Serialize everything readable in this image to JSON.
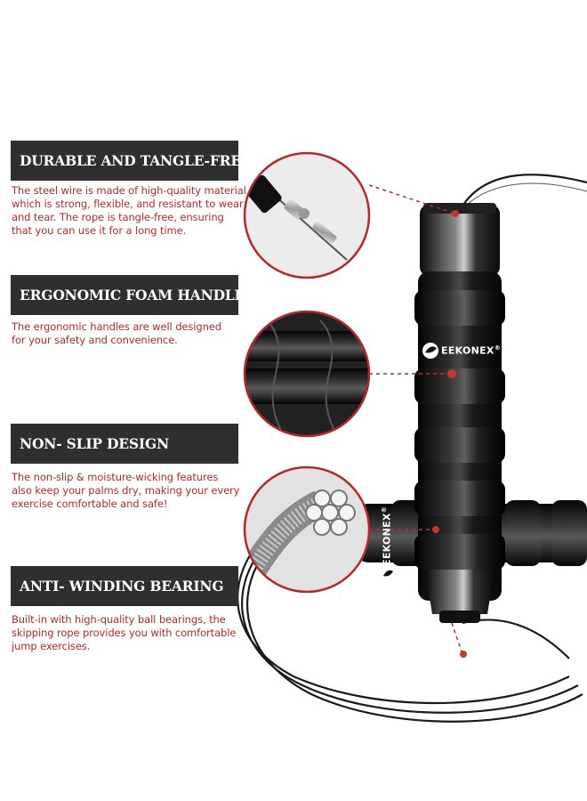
{
  "colors": {
    "banner_bg": "#2f2f2f",
    "text_red": "#b32a2a",
    "accent_red": "#c0392b",
    "handle_black": "#111111"
  },
  "features": [
    {
      "title": "DURABLE AND TANGLE-FREE",
      "lines": [
        "The steel wire is made of high-quality material,",
        "which is strong, flexible, and resistant to wear",
        "and tear. The rope is tangle-free, ensuring",
        "that you can use it for a long time."
      ]
    },
    {
      "title": "ERGONOMIC FOAM HANDLES",
      "lines": [
        "The ergonomic handles are well designed",
        "for your safety and convenience."
      ]
    },
    {
      "title": "NON- SLIP DESIGN",
      "lines": [
        "The non-slip & moisture-wicking features",
        "also keep your palms dry, making your every",
        "exercise comfortable and safe!"
      ]
    },
    {
      "title": "ANTI- WINDING BEARING",
      "lines": [
        "Built-in with high-quality ball bearings, the",
        "skipping rope provides you with comfortable",
        "jump exercises."
      ]
    }
  ],
  "brand": {
    "logo_text": "EEKONEX",
    "registered": "®"
  },
  "icons": {
    "logo_mark": "leaf-circle-icon"
  }
}
